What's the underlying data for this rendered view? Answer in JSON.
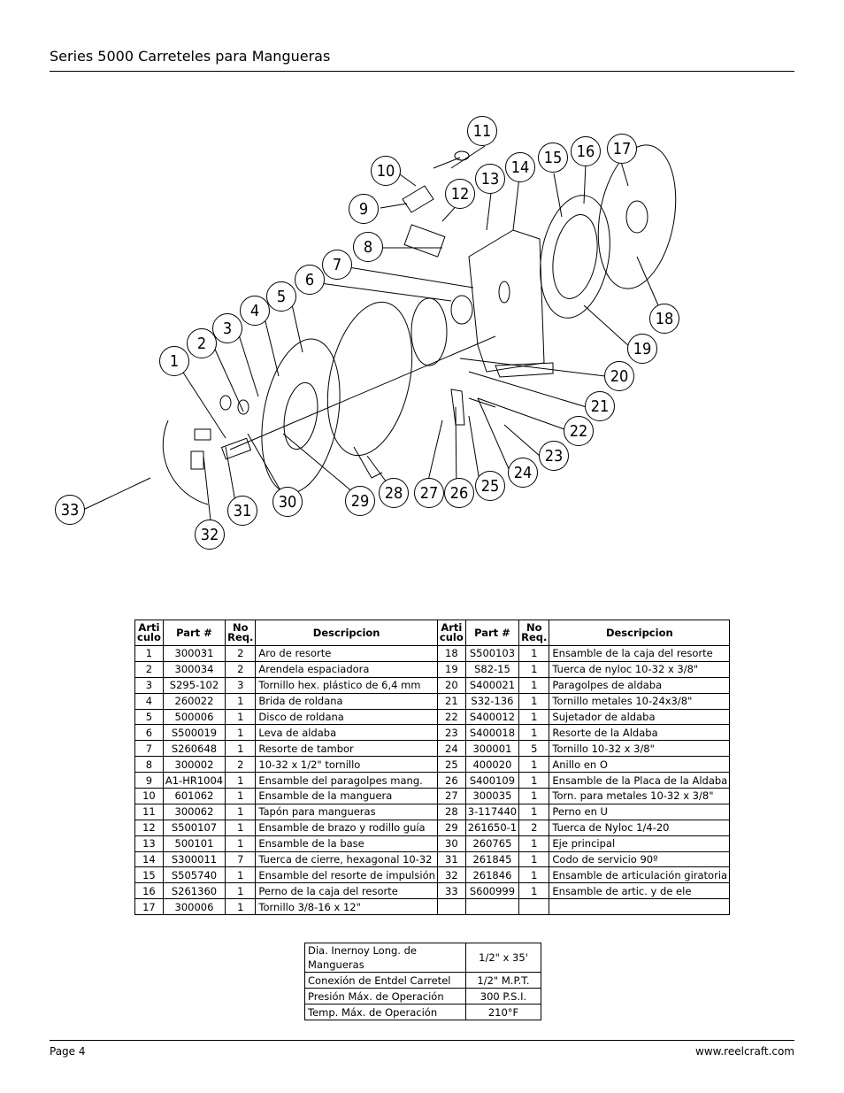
{
  "header": {
    "title": "Series 5000 Carreteles para Mangueras"
  },
  "diagram": {
    "callouts": [
      "1",
      "2",
      "3",
      "4",
      "5",
      "6",
      "7",
      "8",
      "9",
      "10",
      "11",
      "12",
      "13",
      "14",
      "15",
      "16",
      "17",
      "18",
      "19",
      "20",
      "21",
      "22",
      "23",
      "24",
      "25",
      "26",
      "27",
      "28",
      "29",
      "30",
      "31",
      "32",
      "33"
    ]
  },
  "parts_table": {
    "headers": {
      "articulo": "Arti culo",
      "part": "Part #",
      "noreq": "No Req.",
      "desc": "Descripcion"
    },
    "left": [
      [
        "1",
        "300031",
        "2",
        "Aro de resorte"
      ],
      [
        "2",
        "300034",
        "2",
        "Arendela espaciadora"
      ],
      [
        "3",
        "S295-102",
        "3",
        "Tornillo hex. plástico de 6,4 mm"
      ],
      [
        "4",
        "260022",
        "1",
        "Brida de roldana"
      ],
      [
        "5",
        "500006",
        "1",
        "Disco de roldana"
      ],
      [
        "6",
        "S500019",
        "1",
        "Leva de aldaba"
      ],
      [
        "7",
        "S260648",
        "1",
        "Resorte de tambor"
      ],
      [
        "8",
        "300002",
        "2",
        "10-32 x 1/2\" tornillo"
      ],
      [
        "9",
        "A1-HR1004",
        "1",
        "Ensamble del paragolpes mang."
      ],
      [
        "10",
        "601062",
        "1",
        "Ensamble de la manguera"
      ],
      [
        "11",
        "300062",
        "1",
        "Tapón para mangueras"
      ],
      [
        "12",
        "S500107",
        "1",
        "Ensamble de brazo y rodillo guía"
      ],
      [
        "13",
        "500101",
        "1",
        "Ensamble de la base"
      ],
      [
        "14",
        "S300011",
        "7",
        "Tuerca de cierre, hexagonal 10-32"
      ],
      [
        "15",
        "S505740",
        "1",
        "Ensamble del resorte de impulsión"
      ],
      [
        "16",
        "S261360",
        "1",
        "Perno de la caja del resorte"
      ],
      [
        "17",
        "300006",
        "1",
        "Tornillo 3/8-16 x 12\""
      ]
    ],
    "right": [
      [
        "18",
        "S500103",
        "1",
        "Ensamble de la caja del resorte"
      ],
      [
        "19",
        "S82-15",
        "1",
        "Tuerca de nyloc 10-32 x 3/8\""
      ],
      [
        "20",
        "S400021",
        "1",
        "Paragolpes de aldaba"
      ],
      [
        "21",
        "S32-136",
        "1",
        "Tornillo metales 10-24x3/8\""
      ],
      [
        "22",
        "S400012",
        "1",
        "Sujetador de aldaba"
      ],
      [
        "23",
        "S400018",
        "1",
        "Resorte de la Aldaba"
      ],
      [
        "24",
        "300001",
        "5",
        "Tornillo 10-32 x 3/8\""
      ],
      [
        "25",
        "400020",
        "1",
        "Anillo en O"
      ],
      [
        "26",
        "S400109",
        "1",
        "Ensamble de la Placa de la Aldaba"
      ],
      [
        "27",
        "300035",
        "1",
        "Torn. para metales 10-32 x 3/8\""
      ],
      [
        "28",
        "3-117440",
        "1",
        "Perno en U"
      ],
      [
        "29",
        "261650-1",
        "2",
        "Tuerca de Nyloc 1/4-20"
      ],
      [
        "30",
        "260765",
        "1",
        "Eje principal"
      ],
      [
        "31",
        "261845",
        "1",
        "Codo de servicio 90º"
      ],
      [
        "32",
        "261846",
        "1",
        "Ensamble de articulación giratoria"
      ],
      [
        "33",
        "S600999",
        "1",
        "Ensamble de artic. y de ele"
      ],
      [
        "",
        "",
        "",
        ""
      ]
    ]
  },
  "spec_table": [
    [
      "Dia. Inernoy Long. de Mangueras",
      "1/2\" x 35'"
    ],
    [
      "Conexión de Entdel Carretel",
      "1/2\" M.P.T."
    ],
    [
      "Presión Máx. de Operación",
      "300 P.S.I."
    ],
    [
      "Temp. Máx. de Operación",
      "210°F"
    ]
  ],
  "footer": {
    "page": "Page 4",
    "url": "www.reelcraft.com"
  }
}
